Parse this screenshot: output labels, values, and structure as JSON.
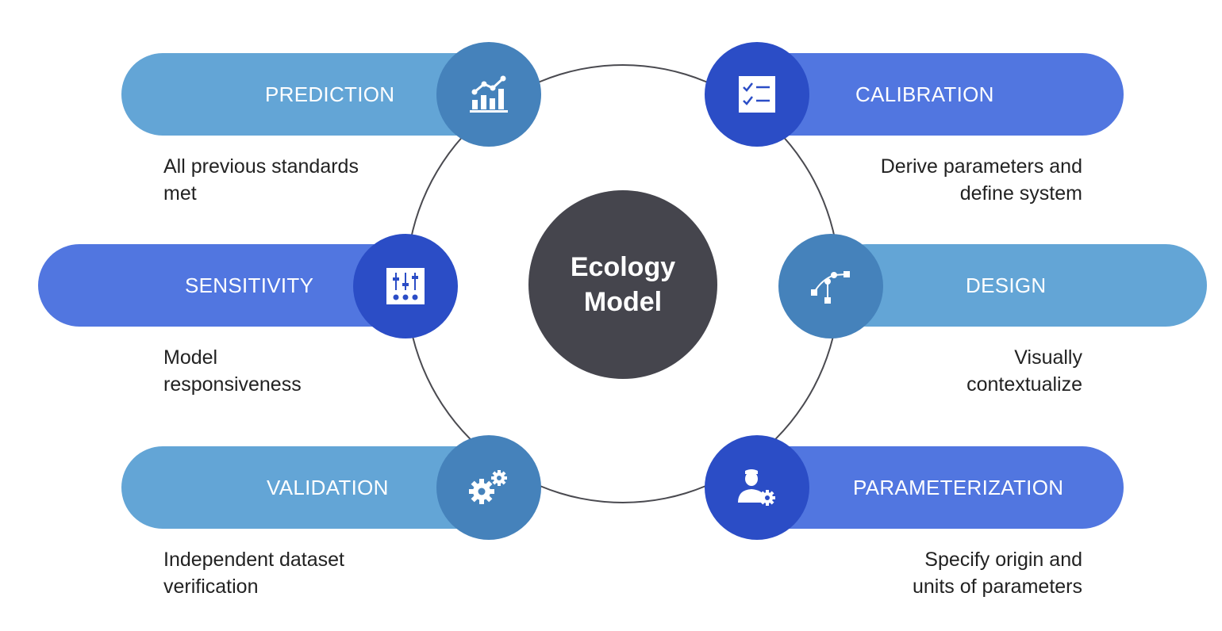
{
  "center": {
    "line1": "Ecology",
    "line2": "Model"
  },
  "items": {
    "prediction": {
      "label": "PREDICTION",
      "description": "All previous standards\nmet",
      "icon": "bar-chart-trend-icon"
    },
    "calibration": {
      "label": "CALIBRATION",
      "description": "Derive parameters and\ndefine system",
      "icon": "checklist-icon"
    },
    "sensitivity": {
      "label": "SENSITIVITY",
      "description": "Model\nresponsiveness",
      "icon": "sliders-icon"
    },
    "design": {
      "label": "DESIGN",
      "description": "Visually\ncontextualize",
      "icon": "bezier-curve-icon"
    },
    "validation": {
      "label": "VALIDATION",
      "description": "Independent dataset\nverification",
      "icon": "gears-icon"
    },
    "parameterization": {
      "label": "PARAMETERIZATION",
      "description": "Specify origin and\nunits of parameters",
      "icon": "user-gear-icon"
    }
  },
  "colors": {
    "light_pill": "#63a5d6",
    "medium_pill": "#5176e0",
    "steel_badge": "#4582bb",
    "royal_badge": "#2b4dc6",
    "center": "#45454d"
  }
}
